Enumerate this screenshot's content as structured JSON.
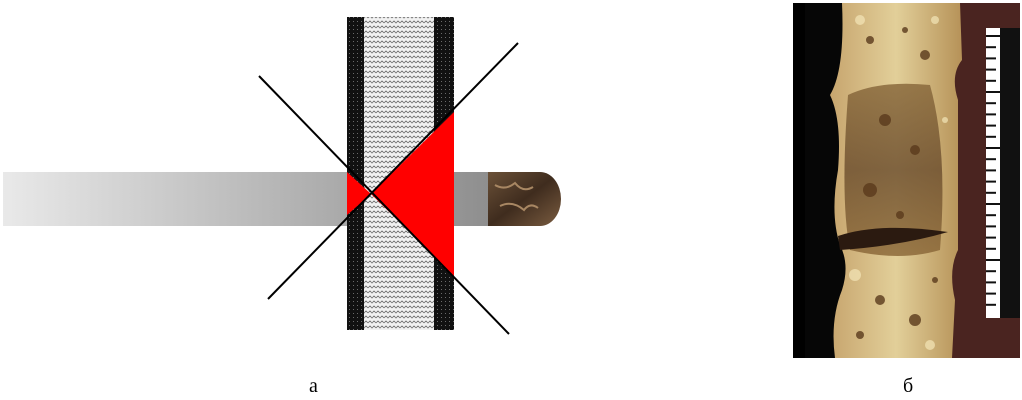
{
  "captions": {
    "left_panel": "а",
    "right_panel": "б"
  },
  "colors": {
    "cone_fill": "#ff0000",
    "bone_edge_band": "#0a0a0a",
    "bone_core_pattern": "#e4e4e4",
    "implant_gradient_start": "#e6e6e6",
    "implant_gradient_end": "#8f8f8f",
    "implant_tip": "#5a4130",
    "lines": "#000000",
    "photo_background": "#050505",
    "photo_ruler": "#ffffff"
  },
  "icons": {
    "left_panel": "bone-cross-section-schematic",
    "right_panel": "bone-section-photo-with-ruler"
  }
}
